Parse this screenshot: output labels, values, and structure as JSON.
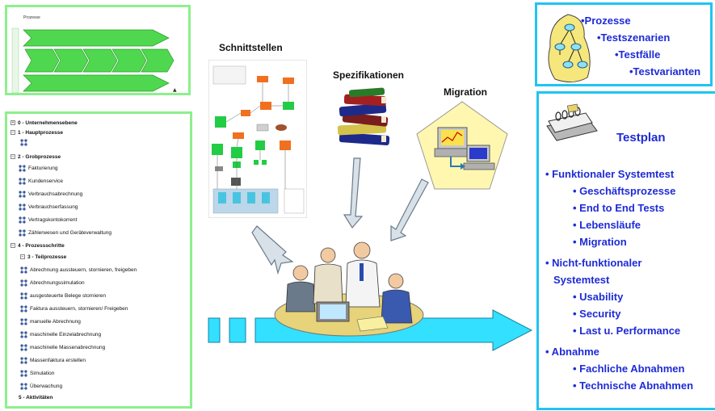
{
  "process_thumbnail": {
    "title": "Prozesse"
  },
  "tree": {
    "items": [
      {
        "label": "0 - Unternehmensebene",
        "bold": true,
        "box": "+"
      },
      {
        "label": "1 - Hauptprozesse",
        "bold": true,
        "box": "-"
      },
      {
        "label": "",
        "bold": false,
        "icon": true
      },
      {
        "label": "2 - Grobprozesse",
        "bold": true,
        "box": "-"
      },
      {
        "label": "Fakturierung",
        "icon": true
      },
      {
        "label": "Kundenservice",
        "icon": true
      },
      {
        "label": "Verbrauchsabrechnung",
        "icon": true
      },
      {
        "label": "Verbrauchserfassung",
        "icon": true
      },
      {
        "label": "Vertragskontokorrent",
        "icon": true
      },
      {
        "label": "Zählerwesen und Geräteverwaltung",
        "icon": true
      },
      {
        "label": "4 - Prozessschritte",
        "bold": true,
        "box": "-"
      },
      {
        "label": "3 - Teilprozesse",
        "bold": true,
        "box": "-"
      },
      {
        "label": "Abrechnung aussteuern, stornieren, freigeben",
        "icon": true
      },
      {
        "label": "Abrechnungssimulation",
        "icon": true
      },
      {
        "label": "ausgesteuerte Belege stornieren",
        "icon": true
      },
      {
        "label": "Faktura aussteuern, stornieren/ Freigeben",
        "icon": true
      },
      {
        "label": "manuelle Abrechnung",
        "icon": true
      },
      {
        "label": "maschinelle Einzelabrechnung",
        "icon": true
      },
      {
        "label": "maschinelle Massenabrechnung",
        "icon": true
      },
      {
        "label": "Massenfaktura erstellen",
        "icon": true
      },
      {
        "label": "Simulation",
        "icon": true
      },
      {
        "label": "Überwachung",
        "icon": true
      },
      {
        "label": "5 - Aktivitäten",
        "bold": true
      }
    ]
  },
  "labels": {
    "schnittstellen": "Schnittstellen",
    "spezifikationen": "Spezifikationen",
    "migration": "Migration"
  },
  "hierarchy": {
    "lines": [
      "•Prozesse",
      "•Testszenarien",
      "•Testfälle",
      "•Testvarianten"
    ]
  },
  "testplan": {
    "title": "Testplan",
    "items": [
      "• Funktionaler Systemtest",
      "• Geschäftsprozesse",
      "• End to End Tests",
      "• Lebensläufe",
      "• Migration",
      "• Nicht-funktionaler",
      "Systemtest",
      "• Usability",
      "• Security",
      "• Last u. Performance",
      "• Abnahme",
      "• Fachliche Abnahmen",
      "• Technische Abnahmen"
    ]
  },
  "colors": {
    "green_border": "#8df08d",
    "cyan_border": "#21c4f2",
    "blue_text": "#1e2bd6",
    "arrow_fill": "#33e0ff",
    "flow_green": "#4fd84f"
  }
}
